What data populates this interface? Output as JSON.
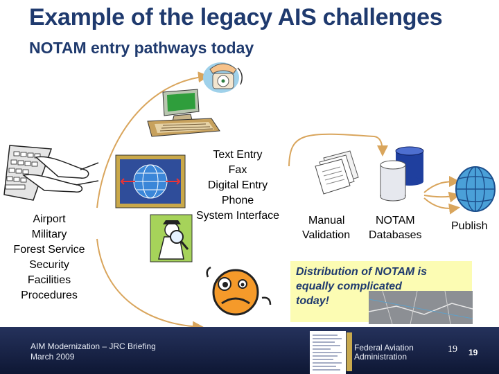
{
  "slide": {
    "title": "Example of the legacy AIS challenges",
    "subtitle": "NOTAM entry pathways today"
  },
  "sources": [
    "Airport",
    "Military",
    "Forest Service",
    "Security",
    "Facilities",
    "Procedures"
  ],
  "entry_methods": [
    "Text Entry",
    "Fax",
    "Digital Entry",
    "Phone",
    "System Interface"
  ],
  "steps": {
    "manual": "Manual",
    "validation": "Validation",
    "notam": "NOTAM",
    "databases": "Databases",
    "publish": "Publish"
  },
  "note": {
    "lines": [
      "Distribution of NOTAM is",
      "equally complicated",
      "today!"
    ]
  },
  "footer": {
    "briefing": "AIM Modernization – JRC Briefing",
    "date": "March 2009",
    "agency_line1": "Federal Aviation",
    "agency_line2": "Administration",
    "page_a": "19",
    "page_b": "19"
  },
  "colors": {
    "title": "#1f3a6e",
    "arrow": "#d9a55c",
    "note_bg": "#fcfcb3",
    "footer_bg": "#1b2548"
  },
  "icons": [
    "telephone-icon",
    "computer-keyboard-icon",
    "typing-keyboard-icon",
    "globe-network-icon",
    "detective-magnifier-icon",
    "confused-face-icon",
    "document-stack-icon",
    "database-cylinder-icon",
    "globe-icon",
    "map-thumbnail-icon",
    "document-thumbnail-icon",
    "faa-logo-icon"
  ]
}
